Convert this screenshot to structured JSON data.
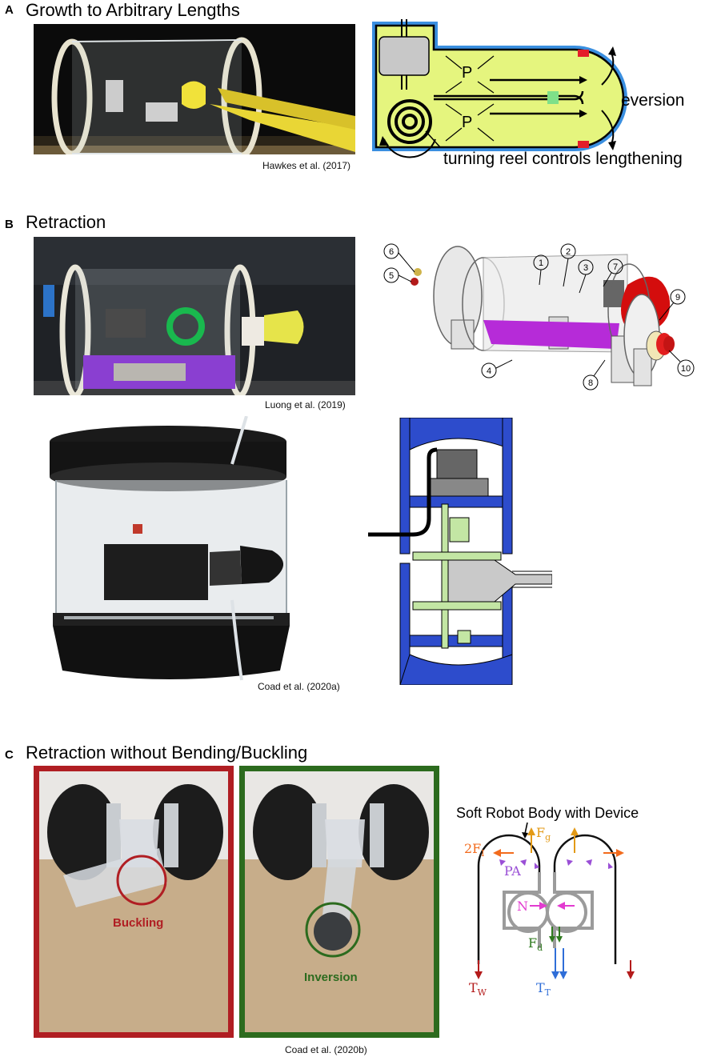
{
  "panel_a": {
    "letter": "A",
    "title": "Growth to Arbitrary Lengths",
    "photo_credit": "Hawkes et al. (2017)",
    "diagram": {
      "p_label_top": "P",
      "p_label_bottom": "P",
      "eversion_label": "eversion",
      "reel_label": "turning reel controls lengthening",
      "colors": {
        "body": "#e5f57e",
        "frame": "#3a8fe0",
        "cap": "#e41e2a",
        "mark": "#7fe089"
      }
    }
  },
  "panel_b": {
    "letter": "B",
    "title": "Retraction",
    "photo_credit_top": "Luong et al. (2019)",
    "photo_credit_bottom": "Coad et al. (2020a)",
    "callouts": [
      "1",
      "2",
      "3",
      "4",
      "5",
      "6",
      "7",
      "8",
      "9",
      "10"
    ]
  },
  "panel_c": {
    "letter": "C",
    "title": "Retraction without Bending/Buckling",
    "left_label": "Buckling",
    "right_label": "Inversion",
    "photo_credit": "Coad et al. (2020b)",
    "diagram": {
      "heading": "Soft Robot Body with Device",
      "f_i_label": "2F",
      "f_i_sub": "I",
      "f_g_label": "F",
      "f_g_sub": "g",
      "pa_label": "PA",
      "n_label": "N",
      "f_d_label": "F",
      "f_d_sub": "d",
      "t_w_label": "T",
      "t_w_sub": "W",
      "t_t_label": "T",
      "t_t_sub": "T",
      "colors": {
        "fi": "#f26b1d",
        "fg": "#e39a17",
        "pa": "#9a4fd6",
        "n": "#e23bd0",
        "fd": "#2f7a1f",
        "tw": "#b41b1b",
        "tt": "#2f6ed8",
        "buckling": "#b01e23",
        "inversion": "#2c6b1e"
      }
    }
  }
}
